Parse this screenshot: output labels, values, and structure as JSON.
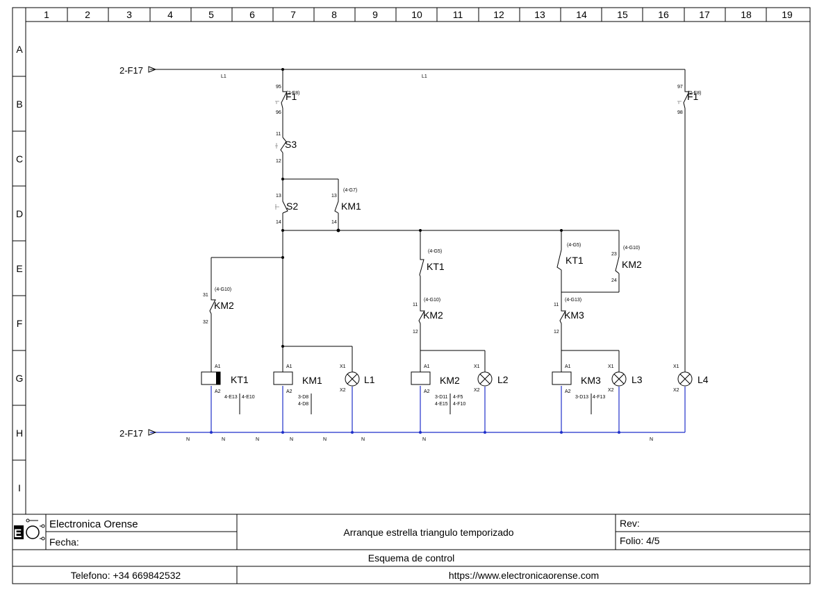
{
  "grid": {
    "columns": [
      "1",
      "2",
      "3",
      "4",
      "5",
      "6",
      "7",
      "8",
      "9",
      "10",
      "11",
      "12",
      "13",
      "14",
      "15",
      "16",
      "17",
      "18",
      "19"
    ],
    "rows": [
      "A",
      "B",
      "C",
      "D",
      "E",
      "F",
      "G",
      "H",
      "I"
    ]
  },
  "refs": {
    "top_rail": "2-F17",
    "bottom_rail": "2-F17"
  },
  "wires": {
    "l1_left": "L1",
    "l1_right": "L1",
    "neutral": "N"
  },
  "components": {
    "f1_left": {
      "label": "F1",
      "ref": "(2-E8)",
      "t1": "95",
      "t2": "96"
    },
    "f1_right": {
      "label": "F1",
      "ref": "(2-E8)",
      "t1": "97",
      "t2": "98"
    },
    "s3": {
      "label": "S3",
      "t1": "11",
      "t2": "12"
    },
    "s2": {
      "label": "S2",
      "t1": "13",
      "t2": "14"
    },
    "km1_contact": {
      "label": "KM1",
      "ref": "(4-G7)",
      "t1": "13",
      "t2": "14"
    },
    "km2_nc": {
      "label": "KM2",
      "ref": "(4-G10)",
      "t1": "31",
      "t2": "32"
    },
    "kt1_a": {
      "label": "KT1",
      "ref": "(4-G5)"
    },
    "km2_nc2": {
      "label": "KM2",
      "ref": "(4-G10)",
      "t1": "11",
      "t2": "12"
    },
    "kt1_b": {
      "label": "KT1",
      "ref": "(4-G5)"
    },
    "km2_no": {
      "label": "KM2",
      "ref": "(4-G10)",
      "t1": "23",
      "t2": "24"
    },
    "km3_nc": {
      "label": "KM3",
      "ref": "(4-G13)",
      "t1": "11",
      "t2": "12"
    },
    "coil_kt1": {
      "label": "KT1",
      "a1": "A1",
      "a2": "A2",
      "r1": "4-E13",
      "r2": "4-E10"
    },
    "coil_km1": {
      "label": "KM1",
      "a1": "A1",
      "a2": "A2",
      "r1": "3-D8",
      "r2": "4-D8"
    },
    "coil_km2": {
      "label": "KM2",
      "a1": "A1",
      "a2": "A2",
      "r1": "3-D11",
      "r2": "4-E15",
      "r3": "4-F5",
      "r4": "4-F10"
    },
    "coil_km3": {
      "label": "KM3",
      "a1": "A1",
      "a2": "A2",
      "r1": "3-D13",
      "r2": "4-F13"
    },
    "lamp_l1": {
      "label": "L1",
      "x1": "X1",
      "x2": "X2"
    },
    "lamp_l2": {
      "label": "L2",
      "x1": "X1",
      "x2": "X2"
    },
    "lamp_l3": {
      "label": "L3",
      "x1": "X1",
      "x2": "X2"
    },
    "lamp_l4": {
      "label": "L4",
      "x1": "X1",
      "x2": "X2"
    }
  },
  "title_block": {
    "company": "Electronica Orense",
    "fecha_label": "Fecha:",
    "title": "Arranque estrella triangulo temporizado",
    "rev_label": "Rev:",
    "folio": "Folio: 4/5",
    "subtitle": "Esquema de control",
    "phone": "Telefono: +34 669842532",
    "website": "https://www.electronicaorense.com",
    "logo_text": "EO"
  }
}
